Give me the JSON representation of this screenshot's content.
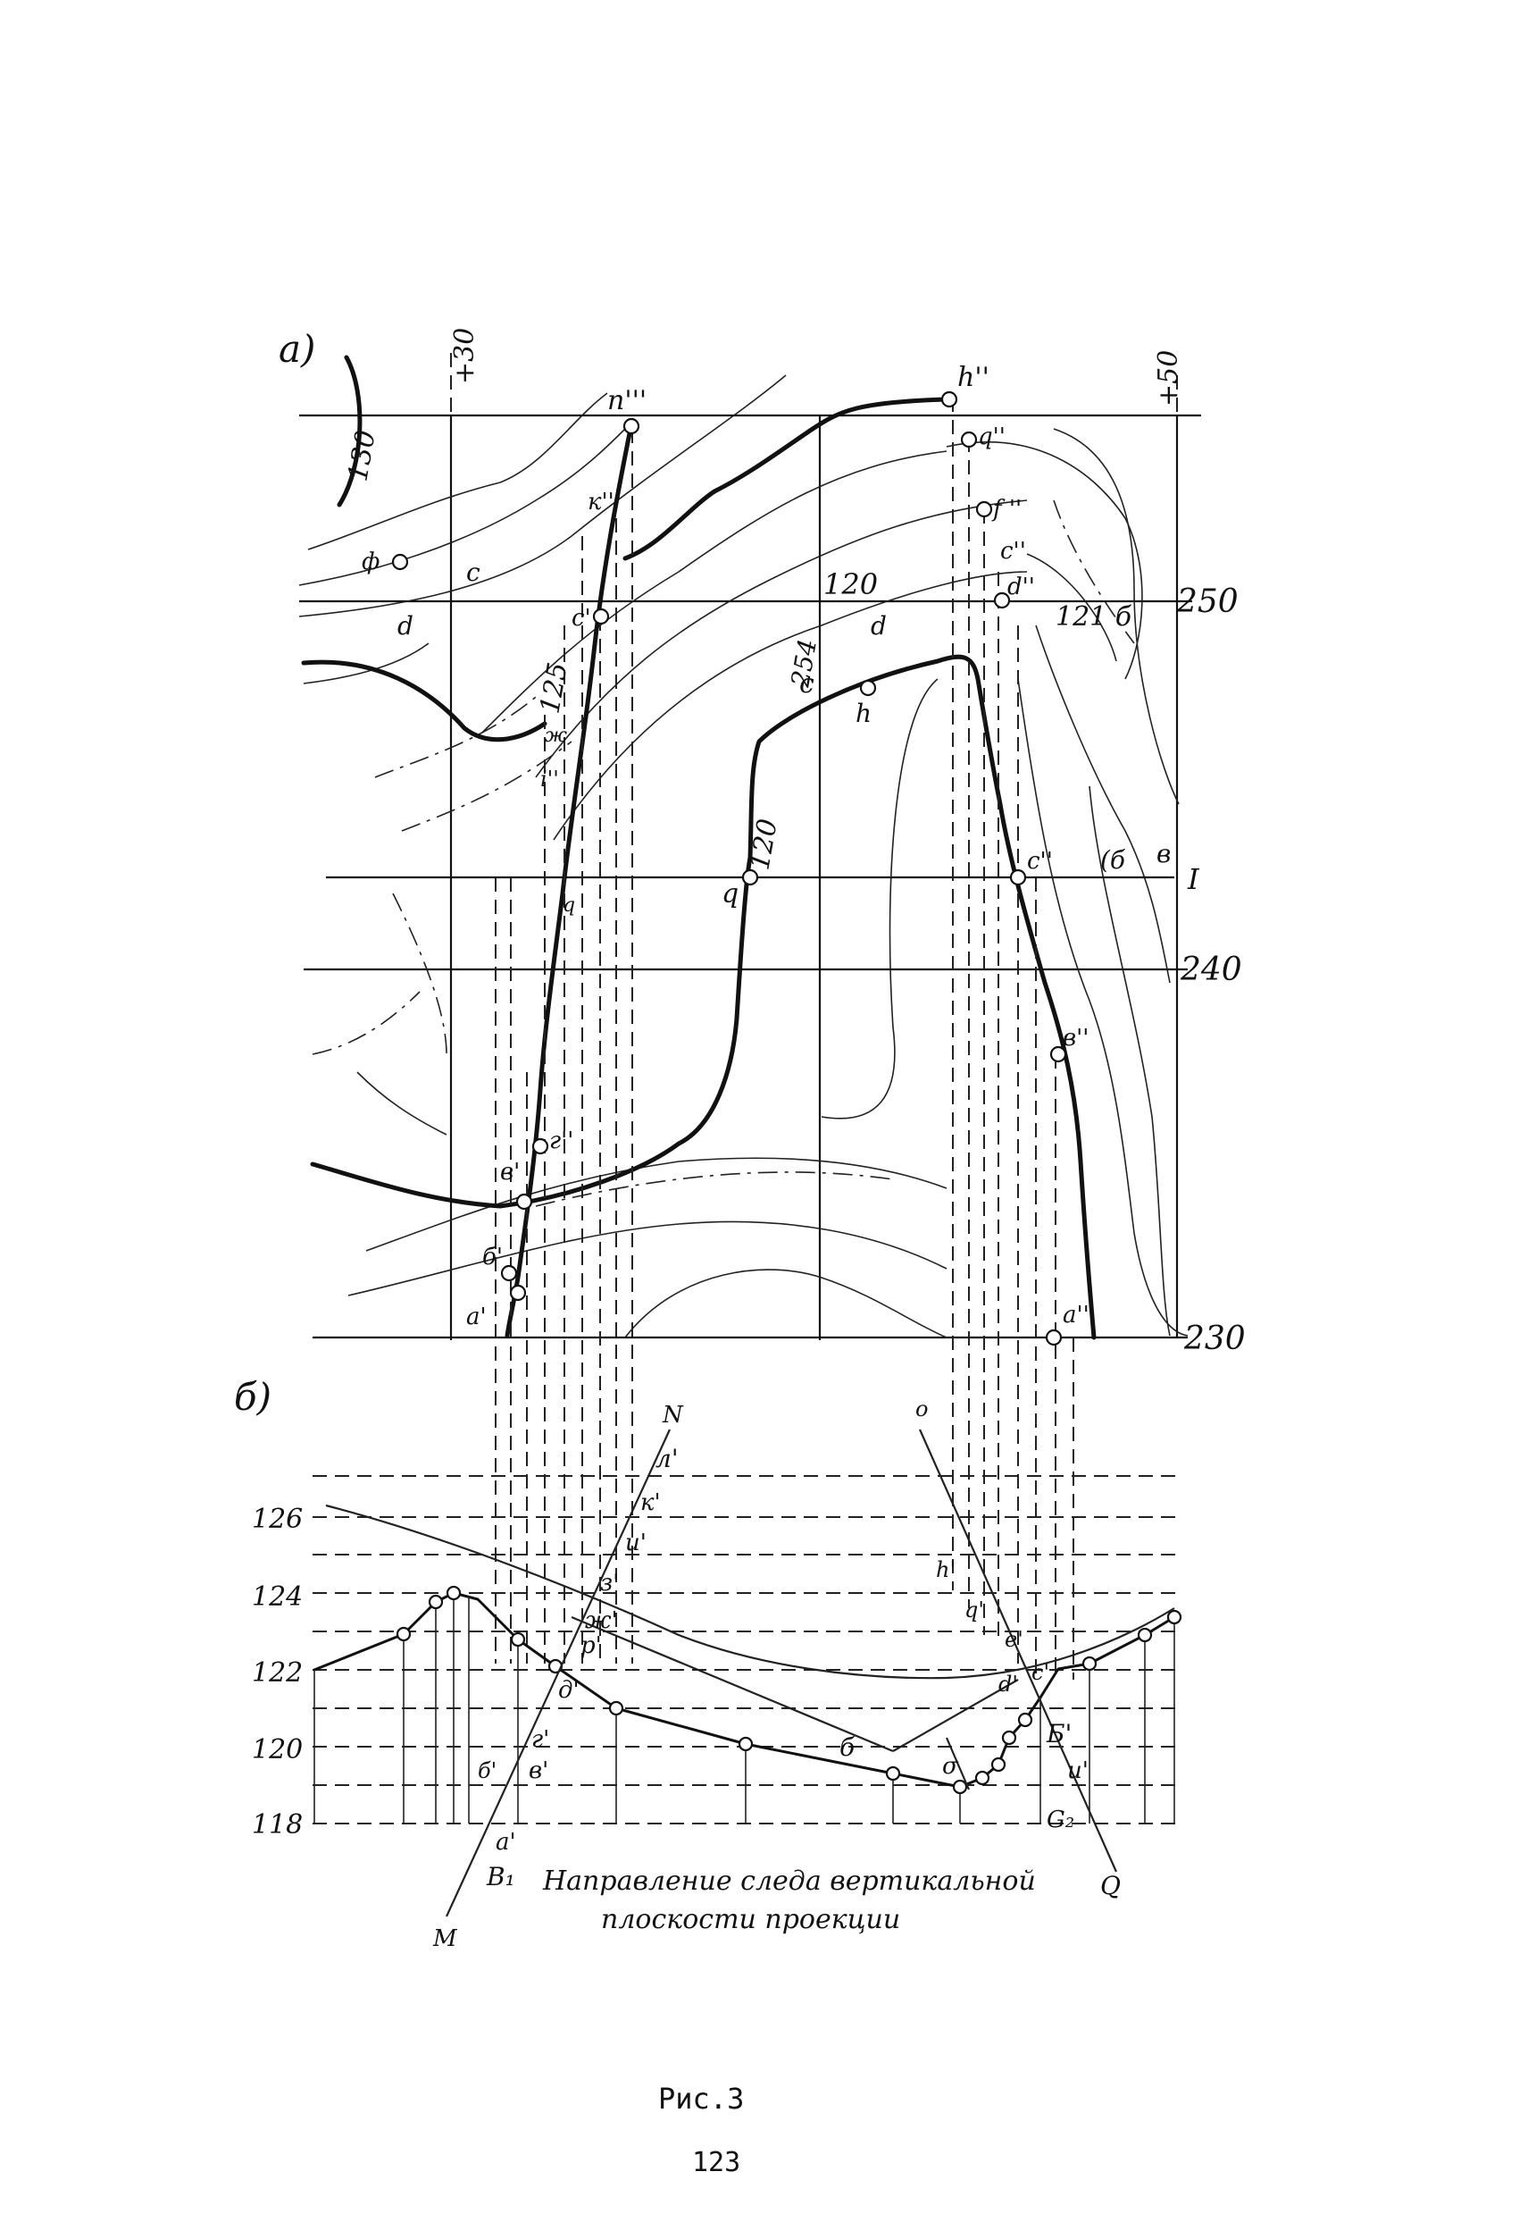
{
  "panel_a": {
    "label": "а)",
    "picket_left": "+30",
    "picket_right": "+50",
    "contour_labels": [
      "130",
      "125",
      "120",
      "254",
      "120",
      "121 б"
    ],
    "grid_right_labels": [
      "250",
      "I",
      "240",
      "230"
    ],
    "point_labels": [
      "п'''",
      "h''",
      "q''",
      "f ''",
      "c''",
      "d''",
      "к''",
      "с'",
      "ф",
      "с",
      "d",
      "d",
      "c",
      "h",
      "ж",
      "i''",
      "q",
      "q",
      "с''",
      "(б",
      "в",
      "в''",
      "г''",
      "в'",
      "б'",
      "а'",
      "а''"
    ]
  },
  "panel_b": {
    "label": "б)",
    "elevations": [
      "126",
      "124",
      "122",
      "120",
      "118"
    ],
    "point_labels": [
      "N",
      "л'",
      "к'",
      "и'",
      "з'",
      "ж'",
      "р'",
      "д'",
      "г'",
      "в'",
      "б'",
      "а'",
      "B₁",
      "M",
      "о",
      "h'",
      "q'",
      "е'",
      "d'",
      "c'",
      "Б'",
      "u'",
      "G₂",
      "Q",
      "б",
      "σ"
    ],
    "annotation_line1": "Направление следа вертикальной",
    "annotation_line2": "плоскости проекции"
  },
  "caption": "Рис.3",
  "page_number": "123"
}
